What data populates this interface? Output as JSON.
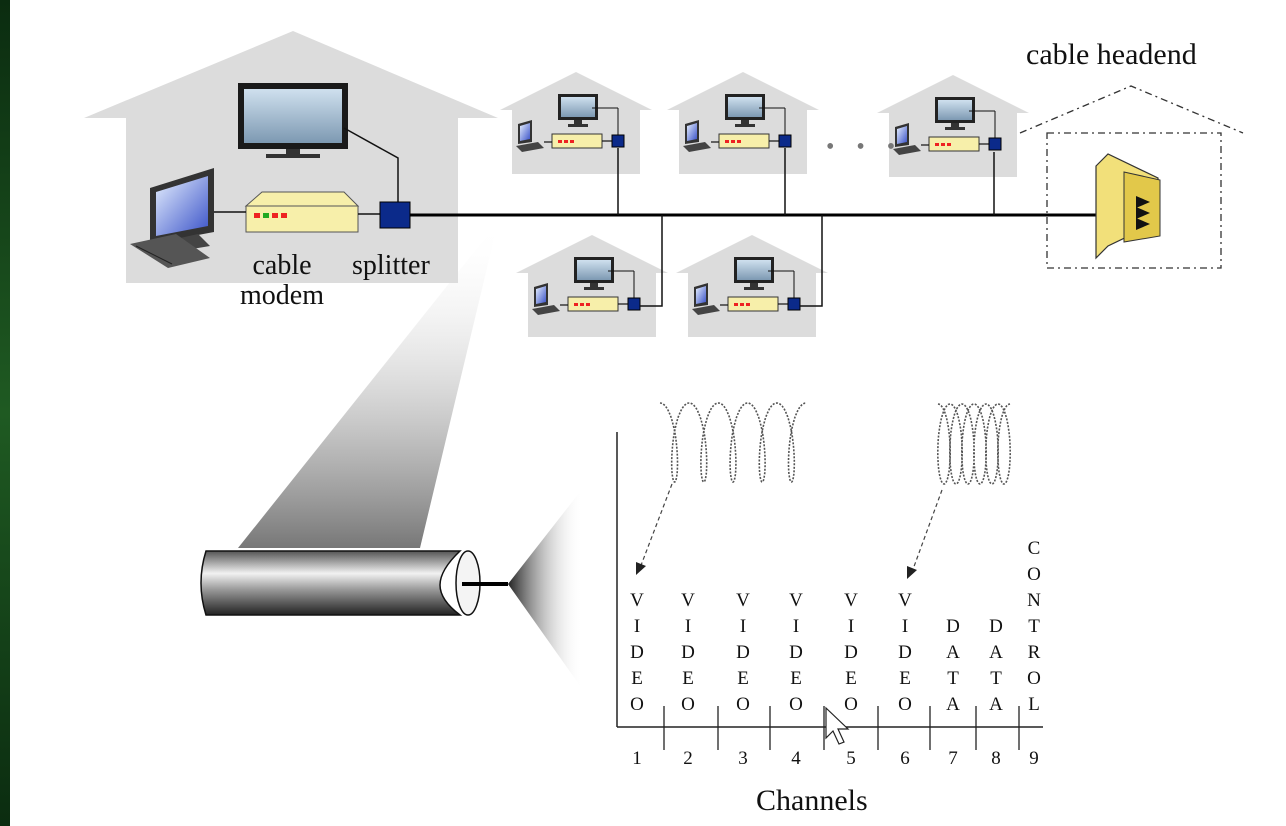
{
  "labels": {
    "cable_headend": "cable headend",
    "cable_modem_line1": "cable",
    "cable_modem_line2": "modem",
    "splitter": "splitter",
    "channels_axis": "Channels"
  },
  "ellipsis": "• • •",
  "channels": [
    {
      "number": "1",
      "type": "V\nI\nD\nE\nO"
    },
    {
      "number": "2",
      "type": "V\nI\nD\nE\nO"
    },
    {
      "number": "3",
      "type": "V\nI\nD\nE\nO"
    },
    {
      "number": "4",
      "type": "V\nI\nD\nE\nO"
    },
    {
      "number": "5",
      "type": "V\nI\nD\nE\nO"
    },
    {
      "number": "6",
      "type": "V\nI\nD\nE\nO"
    },
    {
      "number": "7",
      "type": "D\nA\nT\nA"
    },
    {
      "number": "8",
      "type": "D\nA\nT\nA"
    },
    {
      "number": "9",
      "type": "C\nO\nN\nT\nR\nO\nL"
    }
  ],
  "colors": {
    "sidebar": "#0b3a12",
    "house_fill": "#dcdcdc",
    "modem_fill": "#f7efaa",
    "splitter_fill": "#0b2a8a",
    "cable_line": "#000000",
    "headend_fill": "#f2e07a"
  }
}
